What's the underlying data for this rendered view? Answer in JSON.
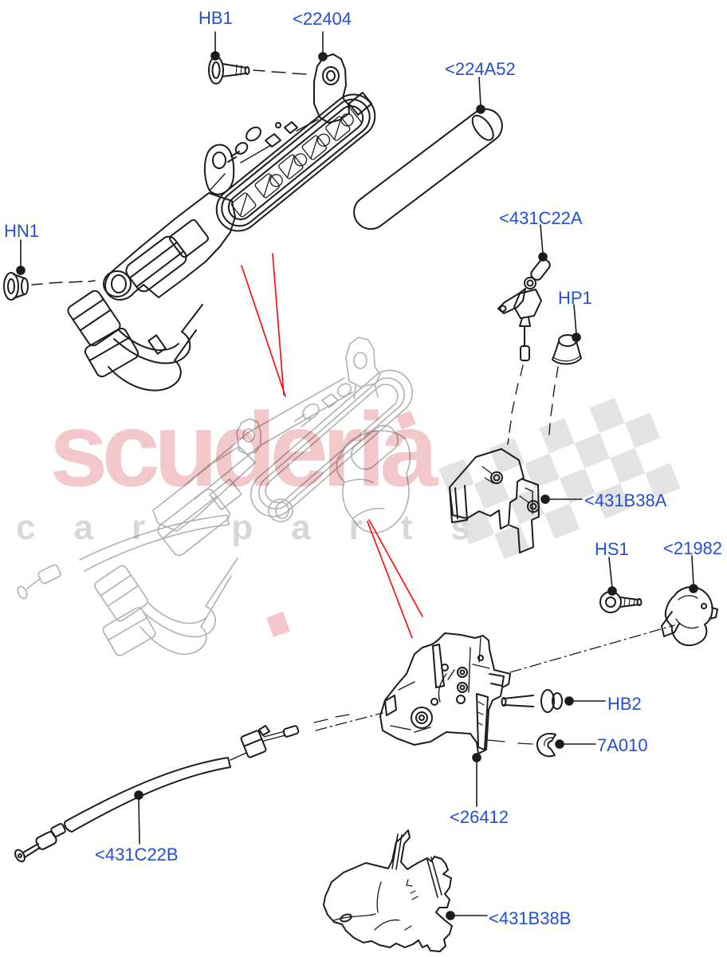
{
  "diagram": {
    "type": "exploded-parts-diagram",
    "subject": "door handle and latch mechanism",
    "colors": {
      "label_blue": "#2250d4",
      "drawing_black": "#1c1c1c",
      "ghost_gray": "#b0b0b0",
      "pointer_red": "#ff1010",
      "watermark_pink": "#e8a9ae",
      "watermark_gray": "#d6d6d6"
    },
    "labels": [
      {
        "text": "HB1"
      },
      {
        "text": "<22404"
      },
      {
        "text": "<224A52"
      },
      {
        "text": "HN1"
      },
      {
        "text": "<431C22A"
      },
      {
        "text": "HP1"
      },
      {
        "text": "<431B38A"
      },
      {
        "text": "HS1"
      },
      {
        "text": "<21982"
      },
      {
        "text": "HB2"
      },
      {
        "text": "7A010"
      },
      {
        "text": "<26412"
      },
      {
        "text": "<431C22B"
      },
      {
        "text": "<431B38B"
      }
    ],
    "watermark": {
      "brand": "scuderia",
      "sub": "car parts"
    }
  }
}
